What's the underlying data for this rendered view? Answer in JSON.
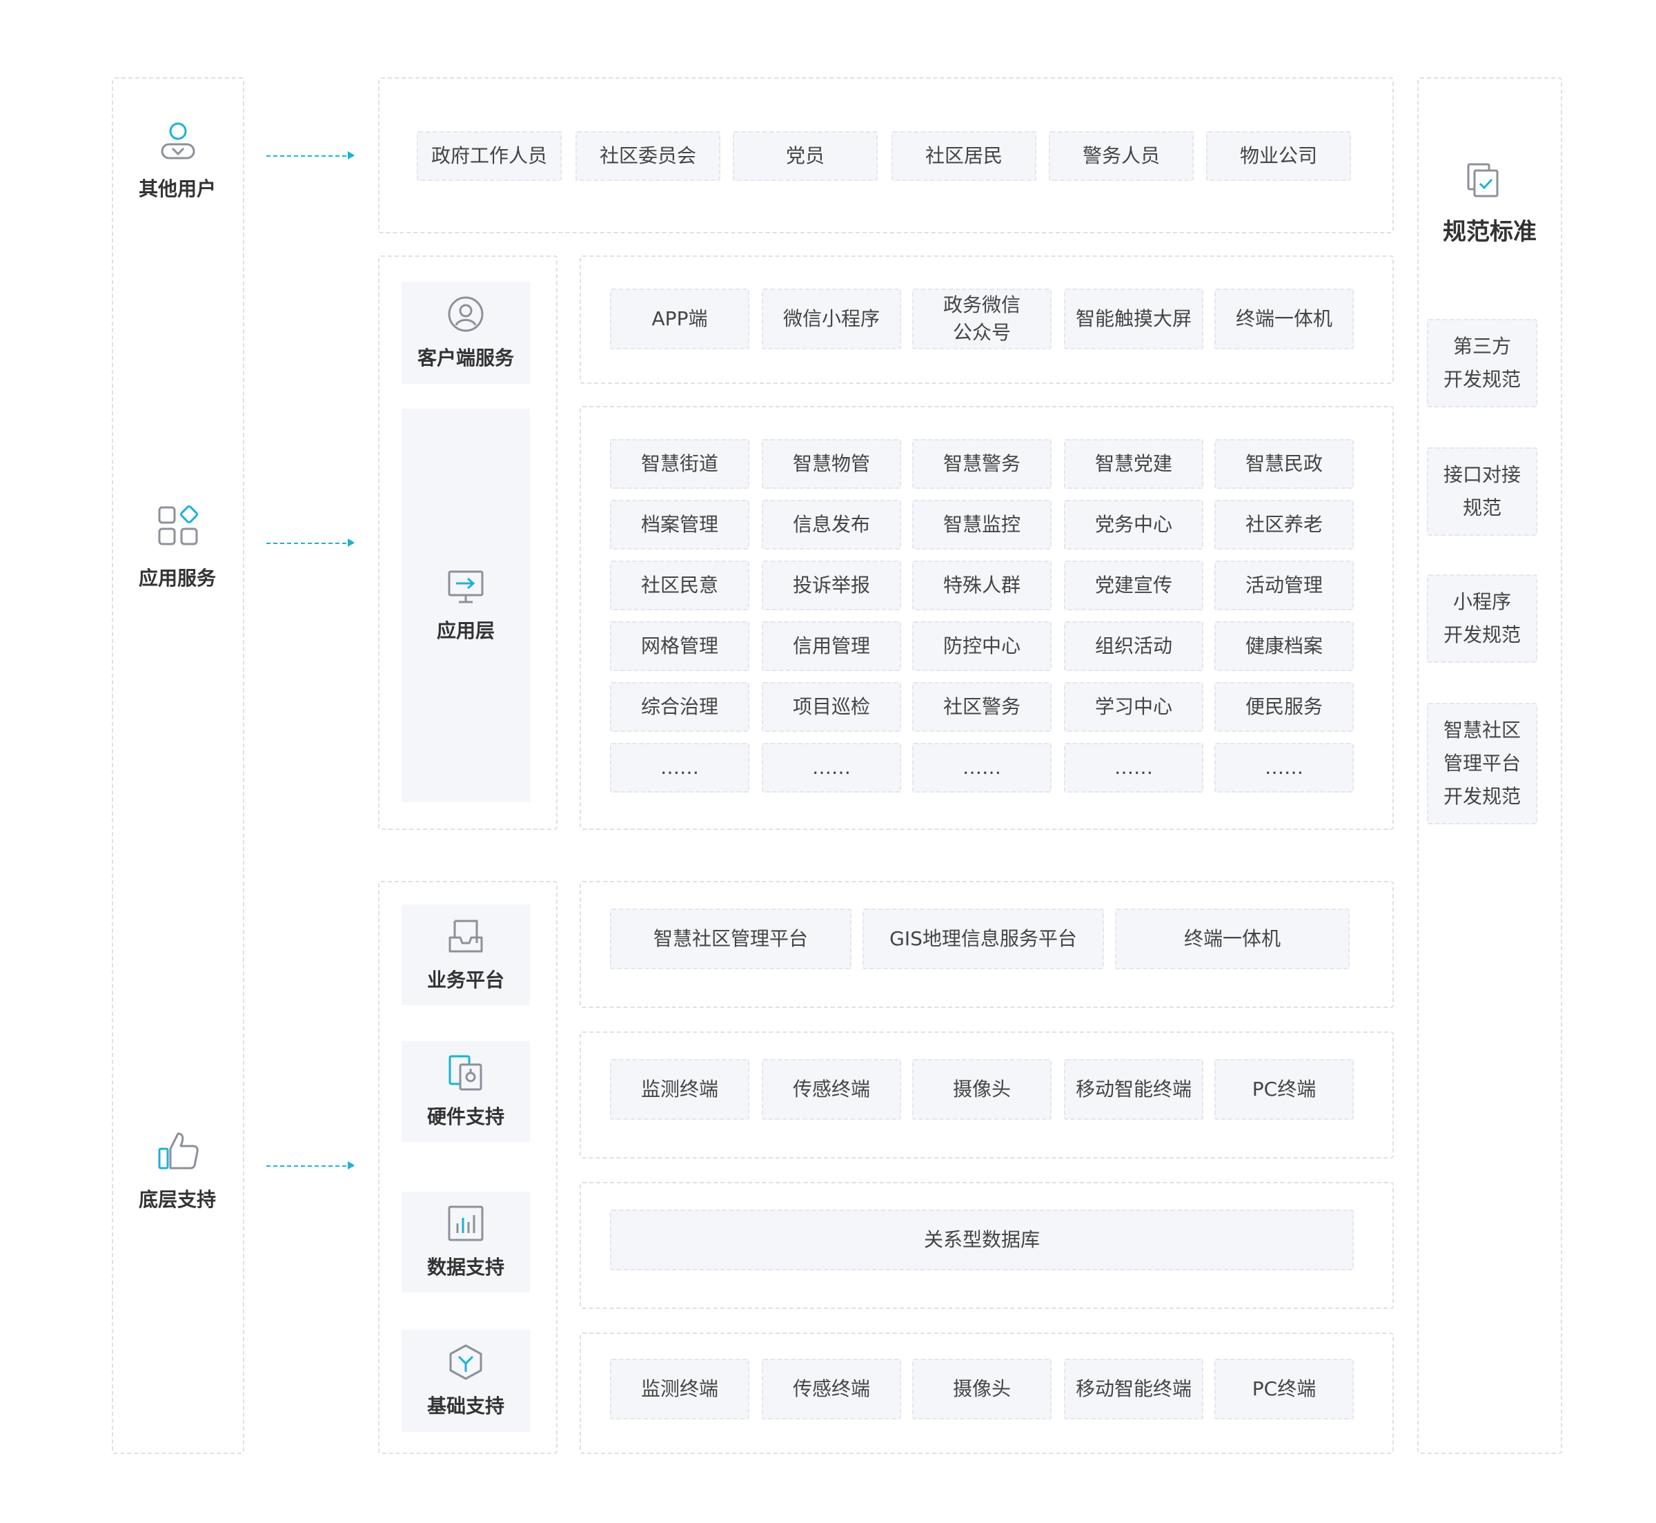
{
  "left_column": [
    {
      "label": "其他用户",
      "icon": "user-icon"
    },
    {
      "label": "应用服务",
      "icon": "apps-icon"
    },
    {
      "label": "底层支持",
      "icon": "thumbs-up-icon"
    }
  ],
  "users": [
    "政府工作人员",
    "社区委员会",
    "党员",
    "社区居民",
    "警务人员",
    "物业公司"
  ],
  "categories": {
    "client": {
      "label": "客户端服务",
      "icon": "user-circle-icon"
    },
    "app": {
      "label": "应用层",
      "icon": "monitor-arrow-icon"
    },
    "business": {
      "label": "业务平台",
      "icon": "tray-icon"
    },
    "hardware": {
      "label": "硬件支持",
      "icon": "device-icon"
    },
    "data": {
      "label": "数据支持",
      "icon": "bar-chart-icon"
    },
    "base": {
      "label": "基础支持",
      "icon": "cube-icon"
    }
  },
  "client_items": [
    "APP端",
    "微信小程序",
    "政务微信\n公众号",
    "智能触摸大屏",
    "终端一体机"
  ],
  "app_items": [
    [
      "智慧街道",
      "智慧物管",
      "智慧警务",
      "智慧党建",
      "智慧民政"
    ],
    [
      "档案管理",
      "信息发布",
      "智慧监控",
      "党务中心",
      "社区养老"
    ],
    [
      "社区民意",
      "投诉举报",
      "特殊人群",
      "党建宣传",
      "活动管理"
    ],
    [
      "网格管理",
      "信用管理",
      "防控中心",
      "组织活动",
      "健康档案"
    ],
    [
      "综合治理",
      "项目巡检",
      "社区警务",
      "学习中心",
      "便民服务"
    ],
    [
      "……",
      "……",
      "……",
      "……",
      "……"
    ]
  ],
  "business_items": [
    "智慧社区管理平台",
    "GIS地理信息服务平台",
    "终端一体机"
  ],
  "hardware_items": [
    "监测终端",
    "传感终端",
    "摄像头",
    "移动智能终端",
    "PC终端"
  ],
  "data_items": [
    "关系型数据库"
  ],
  "base_items": [
    "监测终端",
    "传感终端",
    "摄像头",
    "移动智能终端",
    "PC终端"
  ],
  "spec": {
    "title": "规范标准",
    "icon": "checklist-icon",
    "items": [
      "第三方\n开发规范",
      "接口对接\n规范",
      "小程序\n开发规范",
      "智慧社区\n管理平台\n开发规范"
    ]
  },
  "colors": {
    "accent": "#1bb2d6",
    "icon_gray": "#8c9099",
    "chip_bg": "#f4f6fa",
    "border": "#dde1e7"
  }
}
